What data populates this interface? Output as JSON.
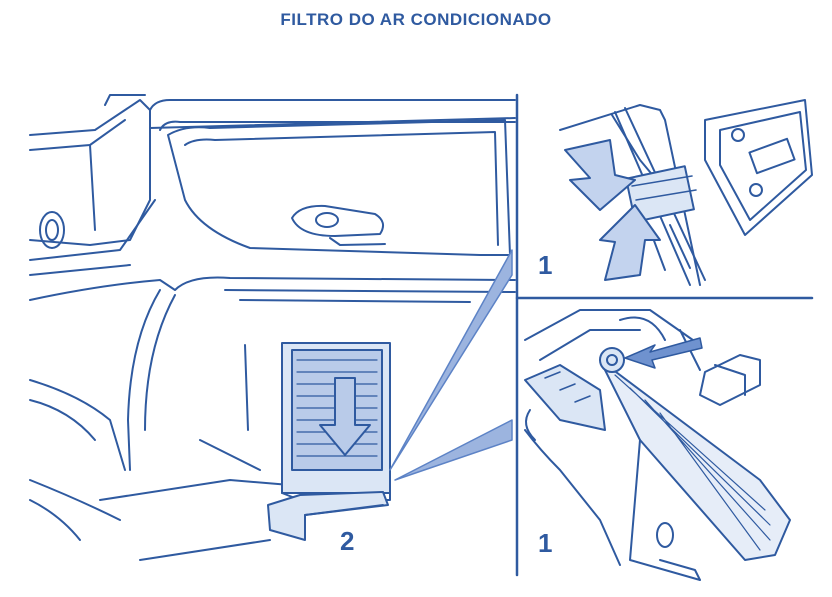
{
  "title": "FILTRO DO AR CONDICIONADO",
  "callouts": {
    "upper_panel_number": "1",
    "lower_panel_number": "1",
    "main_panel_number": "2"
  },
  "colors": {
    "line": "#2f5aa0",
    "fill_light": "#dbe6f5",
    "fill_mid": "#b9cbe9",
    "accent": "#6f92cf"
  }
}
